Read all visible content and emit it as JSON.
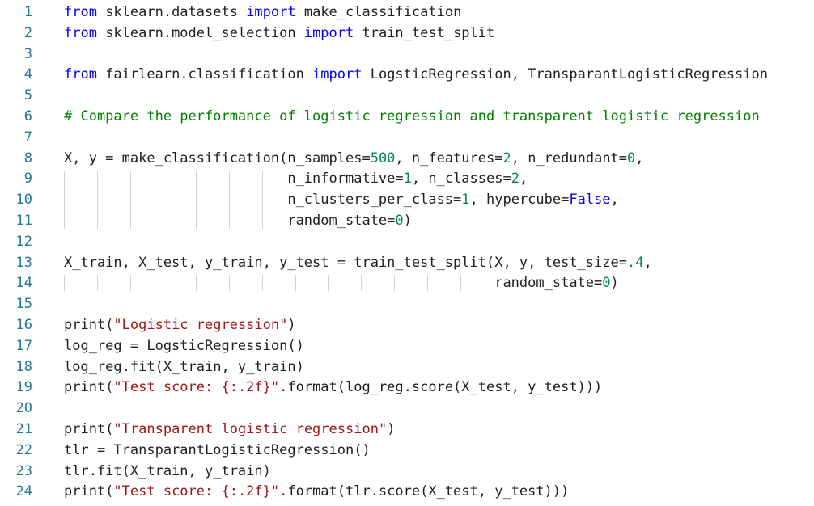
{
  "editor": {
    "colors": {
      "keyword": "#0000ff",
      "string": "#a31515",
      "number": "#098658",
      "comment": "#008000",
      "line_number": "#237893",
      "text": "#1f1f1f",
      "indent_guide": "#d3d3d3"
    },
    "lines": [
      {
        "n": "1",
        "tokens": [
          [
            "kw",
            "from"
          ],
          [
            "plain",
            " sklearn.datasets "
          ],
          [
            "kw",
            "import"
          ],
          [
            "plain",
            " make_classification"
          ]
        ]
      },
      {
        "n": "2",
        "tokens": [
          [
            "kw",
            "from"
          ],
          [
            "plain",
            " sklearn.model_selection "
          ],
          [
            "kw",
            "import"
          ],
          [
            "plain",
            " train_test_split"
          ]
        ]
      },
      {
        "n": "3",
        "tokens": []
      },
      {
        "n": "4",
        "tokens": [
          [
            "kw",
            "from"
          ],
          [
            "plain",
            " fairlearn.classification "
          ],
          [
            "kw",
            "import"
          ],
          [
            "plain",
            " LogsticRegression, TransparantLogisticRegression"
          ]
        ]
      },
      {
        "n": "5",
        "tokens": []
      },
      {
        "n": "6",
        "tokens": [
          [
            "cm",
            "# Compare the performance of logistic regression and transparent logistic regression"
          ]
        ]
      },
      {
        "n": "7",
        "tokens": []
      },
      {
        "n": "8",
        "tokens": [
          [
            "plain",
            "X, y = make_classification(n_samples="
          ],
          [
            "num",
            "500"
          ],
          [
            "plain",
            ", n_features="
          ],
          [
            "num",
            "2"
          ],
          [
            "plain",
            ", n_redundant="
          ],
          [
            "num",
            "0"
          ],
          [
            "plain",
            ","
          ]
        ]
      },
      {
        "n": "9",
        "tokens": [
          [
            "plain",
            "                           n_informative="
          ],
          [
            "num",
            "1"
          ],
          [
            "plain",
            ", n_classes="
          ],
          [
            "num",
            "2"
          ],
          [
            "plain",
            ","
          ]
        ]
      },
      {
        "n": "10",
        "tokens": [
          [
            "plain",
            "                           n_clusters_per_class="
          ],
          [
            "num",
            "1"
          ],
          [
            "plain",
            ", hypercube="
          ],
          [
            "kw",
            "False"
          ],
          [
            "plain",
            ","
          ]
        ]
      },
      {
        "n": "11",
        "tokens": [
          [
            "plain",
            "                           random_state="
          ],
          [
            "num",
            "0"
          ],
          [
            "plain",
            ")"
          ]
        ]
      },
      {
        "n": "12",
        "tokens": []
      },
      {
        "n": "13",
        "tokens": [
          [
            "plain",
            "X_train, X_test, y_train, y_test = train_test_split(X, y, test_size="
          ],
          [
            "num",
            ".4"
          ],
          [
            "plain",
            ","
          ]
        ]
      },
      {
        "n": "14",
        "tokens": [
          [
            "plain",
            "                                                    random_state="
          ],
          [
            "num",
            "0"
          ],
          [
            "plain",
            ")"
          ]
        ]
      },
      {
        "n": "15",
        "tokens": []
      },
      {
        "n": "16",
        "tokens": [
          [
            "plain",
            "print("
          ],
          [
            "str",
            "\"Logistic regression\""
          ],
          [
            "plain",
            ")"
          ]
        ]
      },
      {
        "n": "17",
        "tokens": [
          [
            "plain",
            "log_reg = LogsticRegression()"
          ]
        ]
      },
      {
        "n": "18",
        "tokens": [
          [
            "plain",
            "log_reg.fit(X_train, y_train)"
          ]
        ]
      },
      {
        "n": "19",
        "tokens": [
          [
            "plain",
            "print("
          ],
          [
            "str",
            "\"Test score: {:.2f}\""
          ],
          [
            "plain",
            ".format(log_reg.score(X_test, y_test)))"
          ]
        ]
      },
      {
        "n": "20",
        "tokens": []
      },
      {
        "n": "21",
        "tokens": [
          [
            "plain",
            "print("
          ],
          [
            "str",
            "\"Transparent logistic regression\""
          ],
          [
            "plain",
            ")"
          ]
        ]
      },
      {
        "n": "22",
        "tokens": [
          [
            "plain",
            "tlr = TransparantLogisticRegression()"
          ]
        ]
      },
      {
        "n": "23",
        "tokens": [
          [
            "plain",
            "tlr.fit(X_train, y_train)"
          ]
        ]
      },
      {
        "n": "24",
        "tokens": [
          [
            "plain",
            "print("
          ],
          [
            "str",
            "\"Test score: {:.2f}\""
          ],
          [
            "plain",
            ".format(tlr.score(X_test, y_test)))"
          ]
        ]
      }
    ]
  }
}
